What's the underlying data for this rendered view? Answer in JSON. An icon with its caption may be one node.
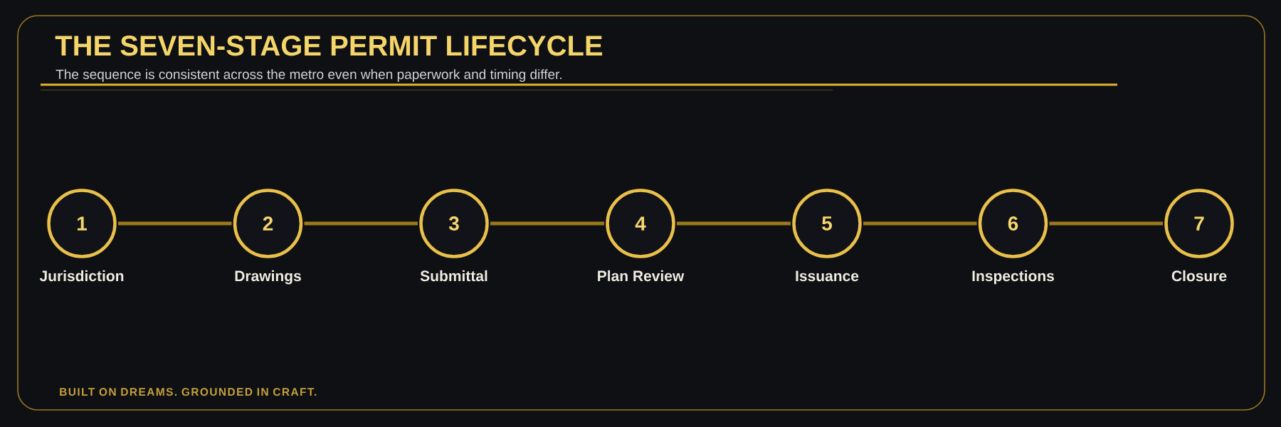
{
  "diagram": {
    "title": "THE SEVEN-STAGE PERMIT LIFECYCLE",
    "nodes": [
      {
        "text": [
          "1"
        ],
        "beside": [
          "Jurisdiction"
        ]
      },
      {
        "text": [
          "2"
        ],
        "beside": [
          "Drawings"
        ]
      },
      {
        "text": [
          "3"
        ],
        "beside": [
          "Submittal"
        ]
      },
      {
        "text": [
          "4"
        ],
        "beside": [
          "Plan Review"
        ]
      },
      {
        "text": [
          "5"
        ],
        "beside": [
          "Issuance"
        ]
      },
      {
        "text": [
          "6"
        ],
        "beside": [
          "Inspections"
        ]
      },
      {
        "text": [
          "7"
        ],
        "beside": [
          "Closure"
        ]
      }
    ],
    "edges": [
      {
        "from": 0,
        "to": 1,
        "arrow": "none"
      },
      {
        "from": 1,
        "to": 2,
        "arrow": "none"
      },
      {
        "from": 2,
        "to": 3,
        "arrow": "none"
      },
      {
        "from": 3,
        "to": 4,
        "arrow": "none"
      },
      {
        "from": 4,
        "to": 5,
        "arrow": "none"
      },
      {
        "from": 5,
        "to": 6,
        "arrow": "none"
      }
    ],
    "labels": [
      "The sequence is consistent across the metro even when paperwork and timing differ.",
      "BUILT ON DREAMS. GROUNDED IN CRAFT."
    ]
  }
}
